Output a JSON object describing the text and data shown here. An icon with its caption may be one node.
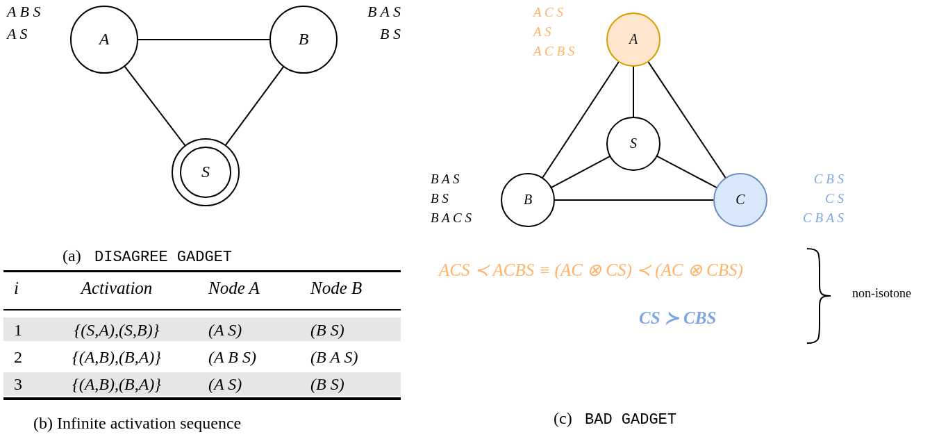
{
  "diagram": {
    "nodes": [
      {
        "text": [
          "A"
        ],
        "beside": [
          "A B S",
          "A S"
        ]
      },
      {
        "text": [
          "B"
        ],
        "beside": [
          "B A S",
          "B S"
        ]
      },
      {
        "text": [
          "S"
        ]
      },
      {
        "text": [
          "A"
        ],
        "beside": [
          "A C S",
          "A S",
          "A C B S"
        ]
      },
      {
        "text": [
          "S"
        ]
      },
      {
        "text": [
          "B"
        ],
        "beside": [
          "B A S",
          "B S",
          "B A C S"
        ]
      },
      {
        "text": [
          "C"
        ],
        "beside": [
          "C B S",
          "C S",
          "C B A S"
        ]
      }
    ],
    "edges": [
      {
        "from": 0,
        "to": 1,
        "arrow": "none"
      },
      {
        "from": 0,
        "to": 2,
        "arrow": "none"
      },
      {
        "from": 1,
        "to": 2,
        "arrow": "none"
      },
      {
        "from": 3,
        "to": 5,
        "arrow": "none"
      },
      {
        "from": 3,
        "to": 4,
        "arrow": "none"
      },
      {
        "from": 3,
        "to": 6,
        "arrow": "none"
      },
      {
        "from": 4,
        "to": 5,
        "arrow": "none"
      },
      {
        "from": 4,
        "to": 6,
        "arrow": "none"
      },
      {
        "from": 5,
        "to": 6,
        "arrow": "none"
      }
    ],
    "labels": [
      "(a)",
      "DISAGREE GADGET",
      "i",
      "Activation",
      "Node A",
      "Node B",
      "1",
      "{(S,A),(S,B)}",
      "(A S)",
      "(B S)",
      "2",
      "{(A,B),(B,A)}",
      "(A B S)",
      "(B A S)",
      "3",
      "{(A,B),(B,A)}",
      "(A S)",
      "(B S)",
      "(b) Infinite activation sequence",
      "ACS ≺ ACBS ≡ (AC ⊗ CS) ≺ (AC ⊗ CBS)",
      "CS ≻ CBS",
      "non-isotone",
      "(c)",
      "BAD GADGET"
    ]
  }
}
